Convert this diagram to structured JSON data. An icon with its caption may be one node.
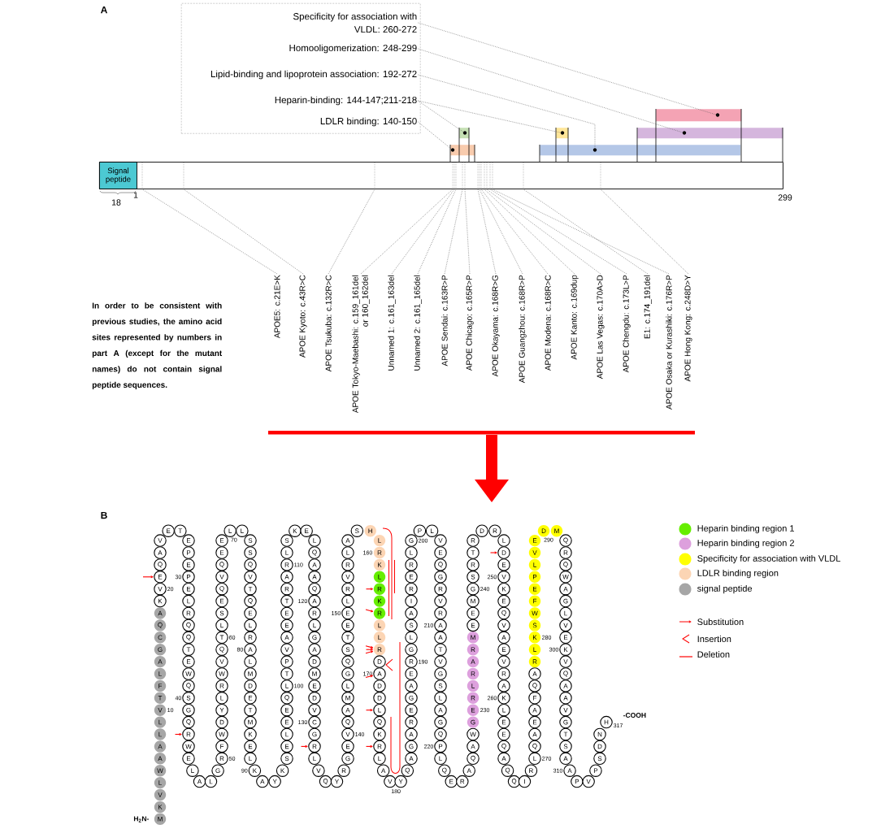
{
  "diagram": {
    "nodes": [
      {
        "text": [],
        "shape": "box"
      },
      {
        "text": [
          "Specificity for association with VLDL: 260-272"
        ],
        "in": 0
      },
      {
        "text": [
          "Homooligomerization: 248-299"
        ],
        "in": 0
      },
      {
        "text": [
          "Lipid-binding and lipoprotein association: 192-272"
        ],
        "in": 0
      },
      {
        "text": [
          "Heparin-binding: 144-147;211-218"
        ],
        "in": 0
      },
      {
        "text": [
          "LDLR binding: 140-150"
        ],
        "in": 0
      },
      {
        "text": [],
        "shape": "bar"
      },
      {
        "text": [],
        "shape": "bar"
      },
      {
        "text": [],
        "shape": "bar"
      },
      {
        "text": [],
        "shape": "bar"
      },
      {
        "text": [],
        "shape": "bar"
      },
      {
        "text": [],
        "shape": "bar"
      },
      {
        "text": [],
        "shape": "bar"
      },
      {
        "text": [
          "Signal peptide"
        ],
        "in": 12
      },
      {
        "text": [
          "APOE5: c.21E>K"
        ]
      },
      {
        "text": [
          "APOE Kyoto: c.43R>C"
        ]
      },
      {
        "text": [
          "APOE Tsukuba: c.132R>C"
        ]
      },
      {
        "text": [
          "APOE Tokyo-Maebashi: c.159_161del or 160_162del"
        ]
      },
      {
        "text": [
          "Unnamed 1: c.161_163del"
        ]
      },
      {
        "text": [
          "Unnamed 2: c.161_165del"
        ]
      },
      {
        "text": [
          "APOE Sendai: c.163R>P"
        ]
      },
      {
        "text": [
          "APOE Chicago: c.165R>P"
        ]
      },
      {
        "text": [
          "APOE Okayama: c.168R>G"
        ]
      },
      {
        "text": [
          "APOE Guangzhou: c.168R>P"
        ]
      },
      {
        "text": [
          "APOE Modena: c.168R>C"
        ]
      },
      {
        "text": [
          "APOE Kanto: c.169dup"
        ]
      },
      {
        "text": [
          "APOE Las Vegas: c.170A>D"
        ]
      },
      {
        "text": [
          "APOE Chengdu: c.173L>P"
        ]
      },
      {
        "text": [
          "E1: c.174_191del"
        ]
      },
      {
        "text": [
          "APOE Osaka or Kurashiki: c.176R>P"
        ]
      },
      {
        "text": [
          "APOE Hong Kong: c.248D>Y"
        ]
      },
      {
        "text": [
          "M"
        ]
      },
      {
        "text": [
          "K"
        ]
      },
      {
        "text": [
          "V"
        ]
      },
      {
        "text": [
          "L"
        ]
      },
      {
        "text": [
          "W"
        ]
      },
      {
        "text": [
          "A"
        ]
      },
      {
        "text": [
          "A"
        ]
      },
      {
        "text": [
          "L"
        ]
      },
      {
        "text": [
          "L"
        ]
      },
      {
        "text": [
          "V"
        ],
        "beside": [
          "10"
        ]
      },
      {
        "text": [
          "T"
        ]
      },
      {
        "text": [
          "F"
        ]
      },
      {
        "text": [
          "L"
        ]
      },
      {
        "text": [
          "A"
        ]
      },
      {
        "text": [
          "G"
        ]
      },
      {
        "text": [
          "C"
        ]
      },
      {
        "text": [
          "Q"
        ]
      },
      {
        "text": [
          "A"
        ]
      },
      {
        "text": [
          "K"
        ]
      },
      {
        "text": [
          "V"
        ],
        "beside": [
          "20"
        ]
      },
      {
        "text": [
          "E"
        ]
      },
      {
        "text": [
          "Q"
        ]
      },
      {
        "text": [
          "A"
        ]
      },
      {
        "text": [
          "V"
        ]
      },
      {
        "text": [
          "E"
        ]
      },
      {
        "text": [
          "T"
        ]
      },
      {
        "text": [
          "E"
        ]
      },
      {
        "text": [
          "P"
        ]
      },
      {
        "text": [
          "E"
        ]
      },
      {
        "text": [
          "P"
        ],
        "beside": [
          "30"
        ]
      },
      {
        "text": [
          "E"
        ]
      },
      {
        "text": [
          "L"
        ]
      },
      {
        "text": [
          "R"
        ]
      },
      {
        "text": [
          "Q"
        ]
      },
      {
        "text": [
          "Q"
        ]
      },
      {
        "text": [
          "T"
        ]
      },
      {
        "text": [
          "E"
        ]
      },
      {
        "text": [
          "W"
        ]
      },
      {
        "text": [
          "Q"
        ]
      },
      {
        "text": [
          "S"
        ],
        "beside": [
          "40"
        ]
      },
      {
        "text": [
          "G"
        ]
      },
      {
        "text": [
          "Q"
        ]
      },
      {
        "text": [
          "R"
        ]
      },
      {
        "text": [
          "W"
        ]
      },
      {
        "text": [
          "E"
        ]
      },
      {
        "text": [
          "L"
        ]
      },
      {
        "text": [
          "A"
        ]
      },
      {
        "text": [
          "L"
        ]
      },
      {
        "text": [
          "G"
        ]
      },
      {
        "text": [
          "R"
        ],
        "beside": [
          "50"
        ]
      },
      {
        "text": [
          "F"
        ]
      },
      {
        "text": [
          "W"
        ]
      },
      {
        "text": [
          "D"
        ]
      },
      {
        "text": [
          "Y"
        ]
      },
      {
        "text": [
          "L"
        ]
      },
      {
        "text": [
          "R"
        ]
      },
      {
        "text": [
          "W"
        ]
      },
      {
        "text": [
          "V"
        ]
      },
      {
        "text": [
          "Q"
        ]
      },
      {
        "text": [
          "T"
        ],
        "beside": [
          "60"
        ]
      },
      {
        "text": [
          "L"
        ]
      },
      {
        "text": [
          "S"
        ]
      },
      {
        "text": [
          "E"
        ]
      },
      {
        "text": [
          "Q"
        ]
      },
      {
        "text": [
          "V"
        ]
      },
      {
        "text": [
          "Q"
        ]
      },
      {
        "text": [
          "E"
        ]
      },
      {
        "text": [
          "E"
        ]
      },
      {
        "text": [
          "L"
        ]
      },
      {
        "text": [
          "L"
        ],
        "beside": [
          "70"
        ]
      },
      {
        "text": [
          "S"
        ]
      },
      {
        "text": [
          "S"
        ]
      },
      {
        "text": [
          "Q"
        ]
      },
      {
        "text": [
          "V"
        ]
      },
      {
        "text": [
          "T"
        ]
      },
      {
        "text": [
          "Q"
        ]
      },
      {
        "text": [
          "E"
        ]
      },
      {
        "text": [
          "L"
        ]
      },
      {
        "text": [
          "R"
        ]
      },
      {
        "text": [
          "A"
        ],
        "beside": [
          "80"
        ]
      },
      {
        "text": [
          "L"
        ]
      },
      {
        "text": [
          "M"
        ]
      },
      {
        "text": [
          "D"
        ]
      },
      {
        "text": [
          "E"
        ]
      },
      {
        "text": [
          "T"
        ]
      },
      {
        "text": [
          "M"
        ]
      },
      {
        "text": [
          "K"
        ]
      },
      {
        "text": [
          "E"
        ]
      },
      {
        "text": [
          "L"
        ]
      },
      {
        "text": [
          "K"
        ],
        "beside": [
          "90"
        ]
      },
      {
        "text": [
          "A"
        ]
      },
      {
        "text": [
          "Y"
        ]
      },
      {
        "text": [
          "K"
        ]
      },
      {
        "text": [
          "S"
        ]
      },
      {
        "text": [
          "E"
        ]
      },
      {
        "text": [
          "L"
        ]
      },
      {
        "text": [
          "E"
        ]
      },
      {
        "text": [
          "E"
        ]
      },
      {
        "text": [
          "Q"
        ]
      },
      {
        "text": [
          "L"
        ],
        "beside": [
          "100"
        ]
      },
      {
        "text": [
          "T"
        ]
      },
      {
        "text": [
          "P"
        ]
      },
      {
        "text": [
          "V"
        ]
      },
      {
        "text": [
          "A"
        ]
      },
      {
        "text": [
          "E"
        ]
      },
      {
        "text": [
          "E"
        ]
      },
      {
        "text": [
          "T"
        ]
      },
      {
        "text": [
          "R"
        ]
      },
      {
        "text": [
          "A"
        ]
      },
      {
        "text": [
          "R"
        ],
        "beside": [
          "110"
        ]
      },
      {
        "text": [
          "L"
        ]
      },
      {
        "text": [
          "S"
        ]
      },
      {
        "text": [
          "K"
        ]
      },
      {
        "text": [
          "E"
        ]
      },
      {
        "text": [
          "L"
        ]
      },
      {
        "text": [
          "Q"
        ]
      },
      {
        "text": [
          "A"
        ]
      },
      {
        "text": [
          "A"
        ]
      },
      {
        "text": [
          "Q"
        ]
      },
      {
        "text": [
          "A"
        ],
        "beside": [
          "120"
        ]
      },
      {
        "text": [
          "R"
        ]
      },
      {
        "text": [
          "L"
        ]
      },
      {
        "text": [
          "G"
        ]
      },
      {
        "text": [
          "A"
        ]
      },
      {
        "text": [
          "D"
        ]
      },
      {
        "text": [
          "M"
        ]
      },
      {
        "text": [
          "E"
        ]
      },
      {
        "text": [
          "D"
        ]
      },
      {
        "text": [
          "V"
        ]
      },
      {
        "text": [
          "C"
        ],
        "beside": [
          "130"
        ]
      },
      {
        "text": [
          "G"
        ]
      },
      {
        "text": [
          "R"
        ]
      },
      {
        "text": [
          "L"
        ]
      },
      {
        "text": [
          "V"
        ]
      },
      {
        "text": [
          "Q"
        ]
      },
      {
        "text": [
          "Y"
        ]
      },
      {
        "text": [
          "R"
        ]
      },
      {
        "text": [
          "G"
        ]
      },
      {
        "text": [
          "E"
        ]
      },
      {
        "text": [
          "V"
        ],
        "beside": [
          "140"
        ]
      },
      {
        "text": [
          "Q"
        ]
      },
      {
        "text": [
          "A"
        ]
      },
      {
        "text": [
          "M"
        ]
      },
      {
        "text": [
          "L"
        ]
      },
      {
        "text": [
          "G"
        ]
      },
      {
        "text": [
          "Q"
        ]
      },
      {
        "text": [
          "S"
        ]
      },
      {
        "text": [
          "T"
        ]
      },
      {
        "text": [
          "E"
        ]
      },
      {
        "text": [
          "E"
        ],
        "beside": [
          "150"
        ]
      },
      {
        "text": [
          "L"
        ]
      },
      {
        "text": [
          "R"
        ]
      },
      {
        "text": [
          "V"
        ]
      },
      {
        "text": [
          "R"
        ]
      },
      {
        "text": [
          "L"
        ]
      },
      {
        "text": [
          "A"
        ]
      },
      {
        "text": [
          "S"
        ]
      },
      {
        "text": [
          "H"
        ]
      },
      {
        "text": [
          "L"
        ]
      },
      {
        "text": [
          "R"
        ],
        "beside": [
          "160"
        ]
      },
      {
        "text": [
          "K"
        ]
      },
      {
        "text": [
          "L"
        ]
      },
      {
        "text": [
          "R"
        ]
      },
      {
        "text": [
          "K"
        ]
      },
      {
        "text": [
          "R"
        ]
      },
      {
        "text": [
          "L"
        ]
      },
      {
        "text": [
          "L"
        ]
      },
      {
        "text": [
          "R"
        ]
      },
      {
        "text": [
          "D"
        ]
      },
      {
        "text": [
          "A"
        ],
        "beside": [
          "170"
        ]
      },
      {
        "text": [
          "D"
        ]
      },
      {
        "text": [
          "D"
        ]
      },
      {
        "text": [
          "L"
        ]
      },
      {
        "text": [
          "Q"
        ]
      },
      {
        "text": [
          "K"
        ]
      },
      {
        "text": [
          "R"
        ]
      },
      {
        "text": [
          "L"
        ]
      },
      {
        "text": [
          "A"
        ]
      },
      {
        "text": [
          "V"
        ]
      },
      {
        "text": [
          "Y"
        ],
        "beside": [
          "180"
        ]
      },
      {
        "text": [
          "Q"
        ]
      },
      {
        "text": [
          "A"
        ]
      },
      {
        "text": [
          "G"
        ]
      },
      {
        "text": [
          "A"
        ]
      },
      {
        "text": [
          "R"
        ]
      },
      {
        "text": [
          "E"
        ]
      },
      {
        "text": [
          "G"
        ]
      },
      {
        "text": [
          "A"
        ]
      },
      {
        "text": [
          "E"
        ]
      },
      {
        "text": [
          "R"
        ],
        "beside": [
          "190"
        ]
      },
      {
        "text": [
          "G"
        ]
      },
      {
        "text": [
          "L"
        ]
      },
      {
        "text": [
          "S"
        ]
      },
      {
        "text": [
          "A"
        ]
      },
      {
        "text": [
          "I"
        ]
      },
      {
        "text": [
          "R"
        ]
      },
      {
        "text": [
          "E"
        ]
      },
      {
        "text": [
          "R"
        ]
      },
      {
        "text": [
          "L"
        ]
      },
      {
        "text": [
          "G"
        ],
        "beside": [
          "200"
        ]
      },
      {
        "text": [
          "P"
        ]
      },
      {
        "text": [
          "L"
        ]
      },
      {
        "text": [
          "V"
        ]
      },
      {
        "text": [
          "E"
        ]
      },
      {
        "text": [
          "Q"
        ]
      },
      {
        "text": [
          "G"
        ]
      },
      {
        "text": [
          "R"
        ]
      },
      {
        "text": [
          "V"
        ]
      },
      {
        "text": [
          "R"
        ]
      },
      {
        "text": [
          "A"
        ],
        "beside": [
          "210"
        ]
      },
      {
        "text": [
          "A"
        ]
      },
      {
        "text": [
          "T"
        ]
      },
      {
        "text": [
          "V"
        ]
      },
      {
        "text": [
          "G"
        ]
      },
      {
        "text": [
          "S"
        ]
      },
      {
        "text": [
          "L"
        ]
      },
      {
        "text": [
          "A"
        ]
      },
      {
        "text": [
          "G"
        ]
      },
      {
        "text": [
          "Q"
        ]
      },
      {
        "text": [
          "P"
        ],
        "beside": [
          "220"
        ]
      },
      {
        "text": [
          "L"
        ]
      },
      {
        "text": [
          "Q"
        ]
      },
      {
        "text": [
          "E"
        ]
      },
      {
        "text": [
          "R"
        ]
      },
      {
        "text": [
          "A"
        ]
      },
      {
        "text": [
          "Q"
        ]
      },
      {
        "text": [
          "A"
        ]
      },
      {
        "text": [
          "W"
        ]
      },
      {
        "text": [
          "G"
        ]
      },
      {
        "text": [
          "E"
        ],
        "beside": [
          "230"
        ]
      },
      {
        "text": [
          "R"
        ]
      },
      {
        "text": [
          "L"
        ]
      },
      {
        "text": [
          "R"
        ]
      },
      {
        "text": [
          "A"
        ]
      },
      {
        "text": [
          "R"
        ]
      },
      {
        "text": [
          "M"
        ]
      },
      {
        "text": [
          "E"
        ]
      },
      {
        "text": [
          "E"
        ]
      },
      {
        "text": [
          "M"
        ]
      },
      {
        "text": [
          "G"
        ],
        "beside": [
          "240"
        ]
      },
      {
        "text": [
          "S"
        ]
      },
      {
        "text": [
          "R"
        ]
      },
      {
        "text": [
          "T"
        ]
      },
      {
        "text": [
          "R"
        ]
      },
      {
        "text": [
          "D"
        ]
      },
      {
        "text": [
          "R"
        ]
      },
      {
        "text": [
          "L"
        ]
      },
      {
        "text": [
          "D"
        ]
      },
      {
        "text": [
          "E"
        ]
      },
      {
        "text": [
          "V"
        ],
        "beside": [
          "250"
        ]
      },
      {
        "text": [
          "K"
        ]
      },
      {
        "text": [
          "E"
        ]
      },
      {
        "text": [
          "Q"
        ]
      },
      {
        "text": [
          "V"
        ]
      },
      {
        "text": [
          "A"
        ]
      },
      {
        "text": [
          "E"
        ]
      },
      {
        "text": [
          "V"
        ]
      },
      {
        "text": [
          "R"
        ]
      },
      {
        "text": [
          "A"
        ]
      },
      {
        "text": [
          "K"
        ],
        "beside": [
          "260"
        ]
      },
      {
        "text": [
          "L"
        ]
      },
      {
        "text": [
          "E"
        ]
      },
      {
        "text": [
          "E"
        ]
      },
      {
        "text": [
          "Q"
        ]
      },
      {
        "text": [
          "A"
        ]
      },
      {
        "text": [
          "Q"
        ]
      },
      {
        "text": [
          "Q"
        ]
      },
      {
        "text": [
          "I"
        ]
      },
      {
        "text": [
          "R"
        ]
      },
      {
        "text": [
          "L"
        ],
        "beside": [
          "270"
        ]
      },
      {
        "text": [
          "Q"
        ]
      },
      {
        "text": [
          "A"
        ]
      },
      {
        "text": [
          "E"
        ]
      },
      {
        "text": [
          "A"
        ]
      },
      {
        "text": [
          "F"
        ]
      },
      {
        "text": [
          "Q"
        ]
      },
      {
        "text": [
          "A"
        ]
      },
      {
        "text": [
          "R"
        ]
      },
      {
        "text": [
          "L"
        ]
      },
      {
        "text": [
          "K"
        ],
        "beside": [
          "280"
        ]
      },
      {
        "text": [
          "S"
        ]
      },
      {
        "text": [
          "W"
        ]
      },
      {
        "text": [
          "F"
        ]
      },
      {
        "text": [
          "E"
        ]
      },
      {
        "text": [
          "P"
        ]
      },
      {
        "text": [
          "L"
        ]
      },
      {
        "text": [
          "V"
        ]
      },
      {
        "text": [
          "E"
        ]
      },
      {
        "text": [
          "D"
        ]
      },
      {
        "text": [
          "M"
        ],
        "beside": [
          "290"
        ]
      },
      {
        "text": [
          "Q"
        ]
      },
      {
        "text": [
          "R"
        ]
      },
      {
        "text": [
          "Q"
        ]
      },
      {
        "text": [
          "W"
        ]
      },
      {
        "text": [
          "A"
        ]
      },
      {
        "text": [
          "G"
        ]
      },
      {
        "text": [
          "L"
        ]
      },
      {
        "text": [
          "V"
        ]
      },
      {
        "text": [
          "E"
        ]
      },
      {
        "text": [
          "K"
        ],
        "beside": [
          "300"
        ]
      },
      {
        "text": [
          "V"
        ]
      },
      {
        "text": [
          "Q"
        ]
      },
      {
        "text": [
          "A"
        ]
      },
      {
        "text": [
          "A"
        ]
      },
      {
        "text": [
          "V"
        ]
      },
      {
        "text": [
          "G"
        ]
      },
      {
        "text": [
          "T"
        ]
      },
      {
        "text": [
          "S"
        ]
      },
      {
        "text": [
          "A"
        ]
      },
      {
        "text": [
          "A"
        ],
        "beside": [
          "310"
        ]
      },
      {
        "text": [
          "P"
        ]
      },
      {
        "text": [
          "V"
        ]
      },
      {
        "text": [
          "P"
        ]
      },
      {
        "text": [
          "S"
        ]
      },
      {
        "text": [
          "D"
        ]
      },
      {
        "text": [
          "N"
        ]
      },
      {
        "text": [
          "H"
        ],
        "beside": [
          "317"
        ]
      }
    ],
    "edges": [
      {
        "from": 1,
        "to": 11,
        "arrow": "none",
        "style": "dashed"
      },
      {
        "from": 2,
        "to": 10,
        "arrow": "none",
        "style": "dashed"
      },
      {
        "from": 3,
        "to": 8,
        "arrow": "none",
        "style": "dashed"
      },
      {
        "from": 4,
        "to": 7,
        "arrow": "none",
        "style": "dashed"
      },
      {
        "from": 4,
        "to": 9,
        "arrow": "none",
        "style": "dashed"
      },
      {
        "from": 5,
        "to": 6,
        "arrow": "none",
        "style": "dashed"
      },
      {
        "from": 14,
        "to": 12,
        "arrow": "none",
        "style": "dashed"
      },
      {
        "from": 15,
        "to": 12,
        "arrow": "none",
        "style": "dashed"
      },
      {
        "from": 16,
        "to": 12,
        "arrow": "none",
        "style": "dashed"
      },
      {
        "from": 17,
        "to": 12,
        "arrow": "none",
        "style": "dashed"
      },
      {
        "from": 18,
        "to": 12,
        "arrow": "none",
        "style": "dashed"
      },
      {
        "from": 19,
        "to": 12,
        "arrow": "none",
        "style": "dashed"
      },
      {
        "from": 20,
        "to": 12,
        "arrow": "none",
        "style": "dashed"
      },
      {
        "from": 21,
        "to": 12,
        "arrow": "none",
        "style": "dashed"
      },
      {
        "from": 22,
        "to": 12,
        "arrow": "none",
        "style": "dashed"
      },
      {
        "from": 23,
        "to": 12,
        "arrow": "none",
        "style": "dashed"
      },
      {
        "from": 24,
        "to": 12,
        "arrow": "none",
        "style": "dashed"
      },
      {
        "from": 25,
        "to": 12,
        "arrow": "none",
        "style": "dashed"
      },
      {
        "from": 26,
        "to": 12,
        "arrow": "none",
        "style": "dashed"
      },
      {
        "from": 27,
        "to": 12,
        "arrow": "none",
        "style": "dashed"
      },
      {
        "from": 28,
        "to": 12,
        "arrow": "none",
        "style": "dashed"
      },
      {
        "from": 29,
        "to": 12,
        "arrow": "none",
        "style": "dashed"
      },
      {
        "from": 30,
        "to": 12,
        "arrow": "none",
        "style": "dashed"
      },
      {
        "from": null,
        "to": 51,
        "arrow": "to",
        "color": "#ff0000"
      },
      {
        "from": null,
        "to": 73,
        "arrow": "to",
        "color": "#ff0000"
      },
      {
        "from": null,
        "to": 162,
        "arrow": "to",
        "color": "#ff0000"
      },
      {
        "from": null,
        "to": 193,
        "arrow": "to",
        "color": "#ff0000"
      },
      {
        "from": null,
        "to": 195,
        "arrow": "to",
        "color": "#ff0000"
      },
      {
        "from": null,
        "to": 198,
        "arrow": "to",
        "color": "#ff0000"
      },
      {
        "from": null,
        "to": 198,
        "arrow": "to",
        "color": "#ff0000"
      },
      {
        "from": null,
        "to": 198,
        "arrow": "to",
        "color": "#ff0000"
      },
      {
        "from": null,
        "to": 200,
        "arrow": "to",
        "color": "#ff0000"
      },
      {
        "from": null,
        "to": 203,
        "arrow": "to",
        "color": "#ff0000"
      },
      {
        "from": null,
        "to": 206,
        "arrow": "to",
        "color": "#ff0000"
      },
      {
        "from": null,
        "to": 278,
        "arrow": "to",
        "color": "#ff0000"
      }
    ],
    "labels": [
      "A",
      "18",
      "1",
      "299",
      "In order to be consistent with previous studies, the amino acid sites represented by numbers in part A (except for the mutant names) do not contain signal peptide sequences.",
      "B",
      "-COOH",
      "H$_{2}$N-"
    ],
    "legend": [
      {
        "text": "Heparin binding region 1",
        "color": "#66ee00"
      },
      {
        "text": "Heparin binding region 2",
        "color": "#dda0dd"
      },
      {
        "text": "Specificity for association with VLDL",
        "color": "#ffff00"
      },
      {
        "text": "LDLR binding region",
        "color": "#fcd5b4"
      },
      {
        "text": "signal peptide",
        "color": "#a6a6a6"
      },
      {
        "text": "Substitution"
      },
      {
        "text": "Insertion"
      },
      {
        "text": "Deletion"
      }
    ]
  }
}
